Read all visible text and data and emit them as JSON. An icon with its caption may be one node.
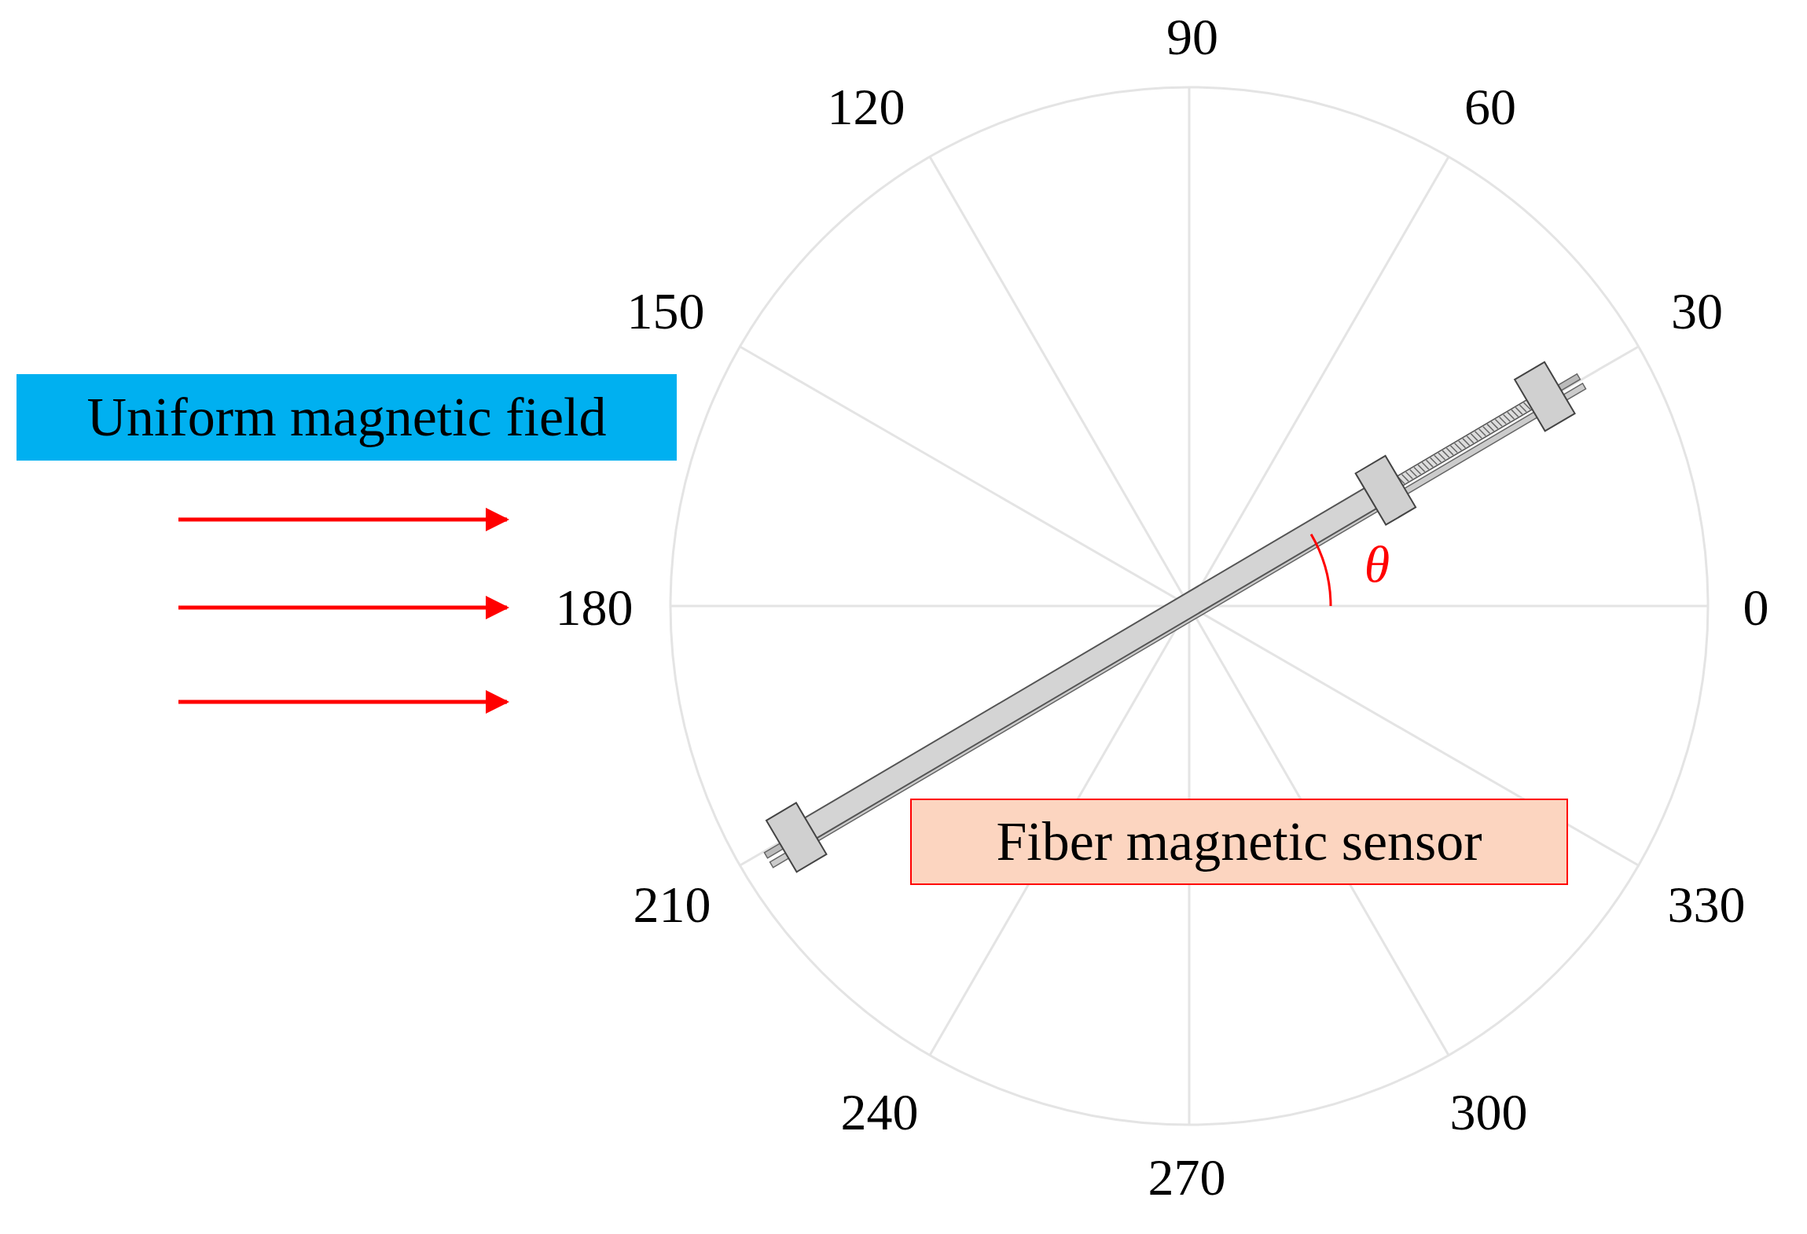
{
  "diagram": {
    "nodes": [
      {
        "text": [
          "Uniform magnetic field"
        ]
      },
      {
        "text": [
          "Fiber magnetic sensor"
        ]
      }
    ],
    "labels": [
      "90",
      "120",
      "60",
      "150",
      "30",
      "180",
      "0",
      "210",
      "330",
      "240",
      "300",
      "270",
      "θ"
    ]
  }
}
